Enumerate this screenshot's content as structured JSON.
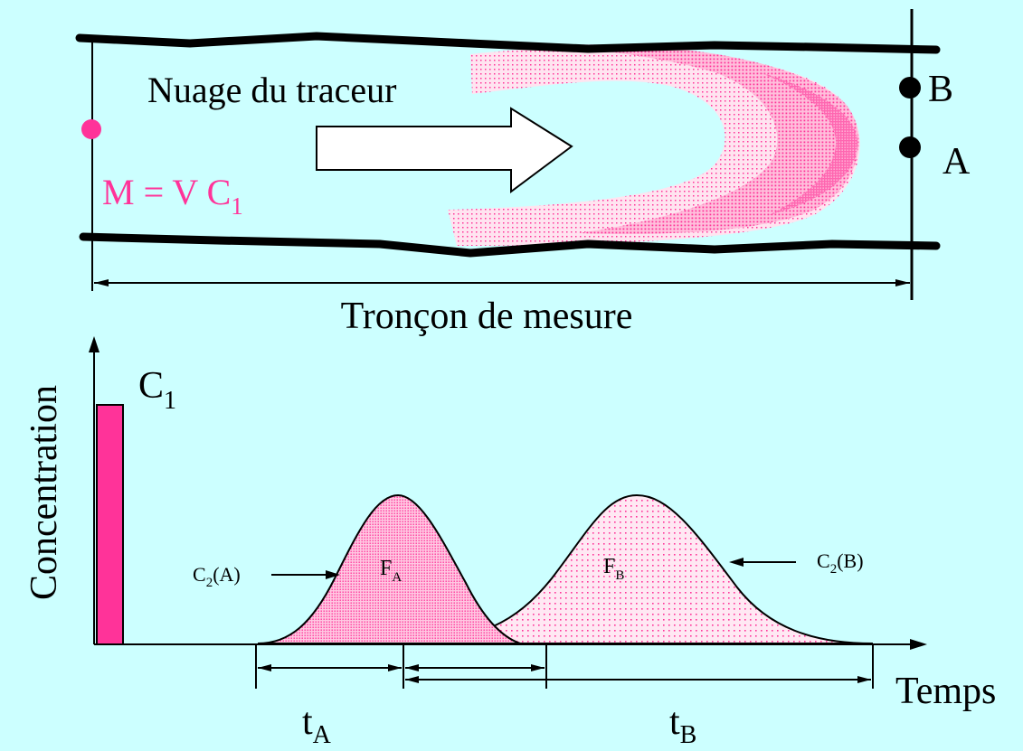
{
  "colors": {
    "background": "#ccffff",
    "tracer_pink": "#ff3399",
    "ink": "#000000"
  },
  "channel": {
    "cloud_label": "Nuage du traceur",
    "mass_formula_prefix": "M = V C",
    "mass_formula_subscript": "1",
    "station_b": "B",
    "station_a": "A",
    "reach_label": "Tronçon de mesure"
  },
  "graph": {
    "y_axis_label": "Concentration",
    "x_axis_label": "Temps",
    "c1_letter": "C",
    "c1_subscript": "1",
    "c2a_prefix": "C",
    "c2a_subscript": "2",
    "c2a_suffix": "(A)",
    "c2b_prefix": "C",
    "c2b_subscript": "2",
    "c2b_suffix": "(B)",
    "fa_letter": "F",
    "fa_subscript": "A",
    "fb_letter": "F",
    "fb_subscript": "B",
    "ta_letter": "t",
    "ta_subscript": "A",
    "tb_letter": "t",
    "tb_subscript": "B"
  }
}
